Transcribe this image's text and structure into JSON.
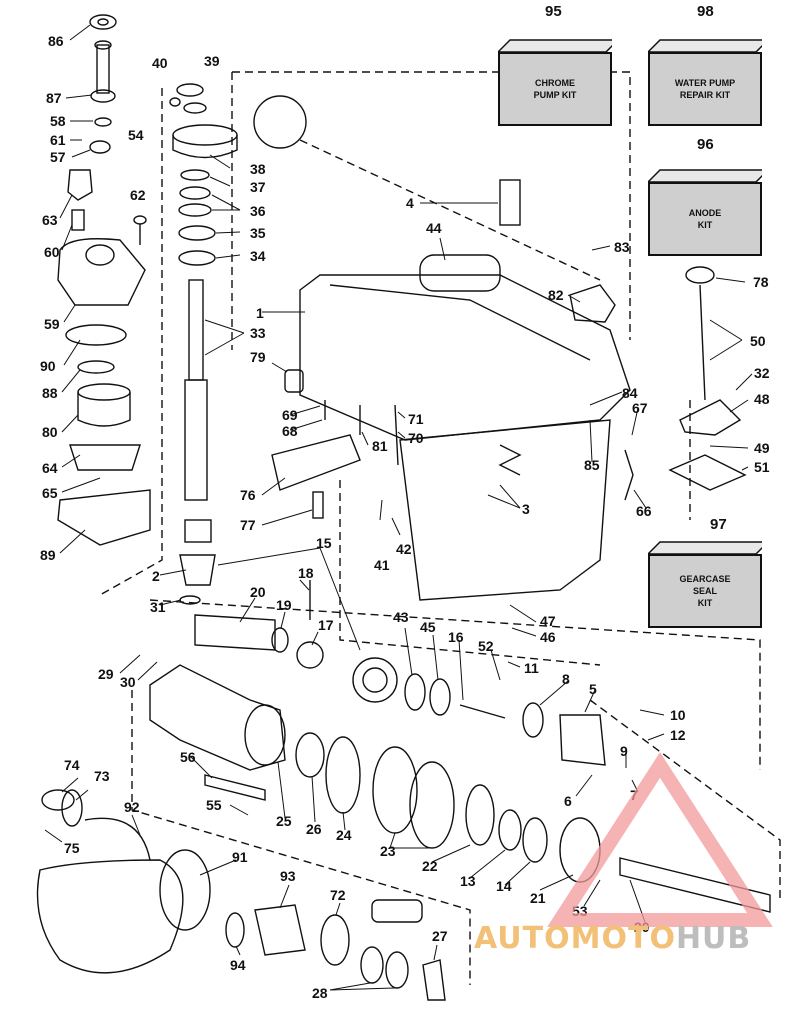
{
  "kits": [
    {
      "number": "95",
      "label": "CHROME\nPUMP KIT"
    },
    {
      "number": "98",
      "label": "WATER PUMP\nREPAIR KIT"
    },
    {
      "number": "96",
      "label": "ANODE\nKIT"
    },
    {
      "number": "97",
      "label": "GEARCASE\nSEAL\nKIT"
    }
  ],
  "callouts": [
    "86",
    "87",
    "58",
    "61",
    "57",
    "63",
    "60",
    "59",
    "90",
    "88",
    "80",
    "64",
    "65",
    "89",
    "40",
    "39",
    "54",
    "38",
    "37",
    "36",
    "35",
    "34",
    "33",
    "62",
    "4",
    "44",
    "83",
    "82",
    "78",
    "50",
    "32",
    "48",
    "49",
    "51",
    "1",
    "79",
    "69",
    "68",
    "71",
    "70",
    "81",
    "84",
    "67",
    "85",
    "66",
    "3",
    "76",
    "77",
    "2",
    "31",
    "15",
    "18",
    "20",
    "19",
    "17",
    "41",
    "42",
    "47",
    "46",
    "43",
    "45",
    "16",
    "52",
    "11",
    "8",
    "5",
    "10",
    "12",
    "9",
    "7",
    "6",
    "29",
    "30",
    "56",
    "55",
    "25",
    "26",
    "24",
    "23",
    "22",
    "13",
    "14",
    "21",
    "53",
    "20",
    "74",
    "73",
    "75",
    "92",
    "91",
    "93",
    "72",
    "94",
    "27",
    "28"
  ],
  "watermark": {
    "part_a": "AUTOMOTO",
    "part_b": "HUB"
  }
}
